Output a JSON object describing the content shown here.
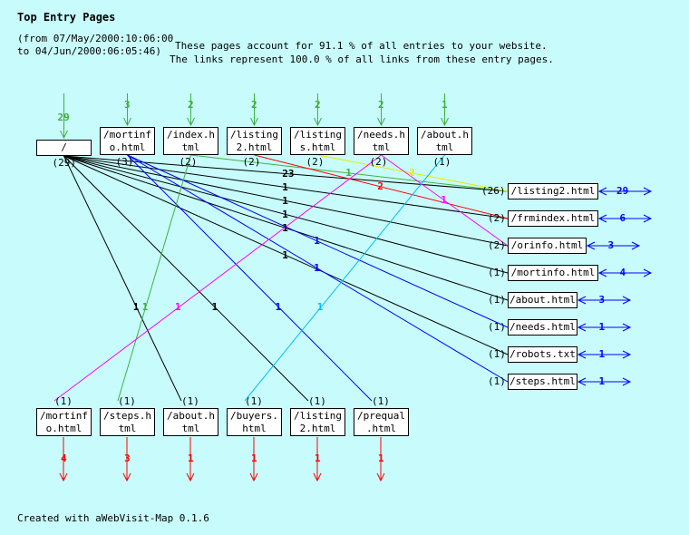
{
  "title": "Top Entry Pages",
  "range_line1": "(from 07/May/2000:10:06:00",
  "range_line2": "to 04/Jun/2000:06:05:46)",
  "summary_line1": "These pages account for 91.1 % of all entries to your website.",
  "summary_line2": "The links represent 100.0 % of all links from these entry pages.",
  "footer": "Created with aWebVisit-Map 0.1.6",
  "colors": {
    "entry": "#40b040",
    "exit": "#ff0000",
    "out": "#0000ff"
  },
  "entry_pages": [
    {
      "id": "root",
      "label": "/",
      "count": "(29)",
      "entries": "29"
    },
    {
      "id": "t_mortinfo",
      "label": "/mortinf\no.html",
      "count": "(3)",
      "entries": "3"
    },
    {
      "id": "t_index",
      "label": "/index.h\ntml",
      "count": "(2)",
      "entries": "2"
    },
    {
      "id": "t_listing2",
      "label": "/listing\n2.html",
      "count": "(2)",
      "entries": "2"
    },
    {
      "id": "t_listings",
      "label": "/listing\ns.html",
      "count": "(2)",
      "entries": "2"
    },
    {
      "id": "t_needs",
      "label": "/needs.h\ntml",
      "count": "(2)",
      "entries": "2"
    },
    {
      "id": "t_about",
      "label": "/about.h\ntml",
      "count": "(1)",
      "entries": "1"
    }
  ],
  "right_pages": [
    {
      "id": "r_listing2",
      "label": "/listing2.html",
      "count": "(26)",
      "links": "29"
    },
    {
      "id": "r_frmindex",
      "label": "/frmindex.html",
      "count": "(2)",
      "links": "6"
    },
    {
      "id": "r_orinfo",
      "label": "/orinfo.html",
      "count": "(2)",
      "links": "3"
    },
    {
      "id": "r_mortinfo",
      "label": "/mortinfo.html",
      "count": "(1)",
      "links": "4"
    },
    {
      "id": "r_about",
      "label": "/about.html",
      "count": "(1)",
      "links": "3"
    },
    {
      "id": "r_needs",
      "label": "/needs.html",
      "count": "(1)",
      "links": "1"
    },
    {
      "id": "r_robots",
      "label": "/robots.txt",
      "count": "(1)",
      "links": "1"
    },
    {
      "id": "r_steps",
      "label": "/steps.html",
      "count": "(1)",
      "links": "1"
    }
  ],
  "exit_pages": [
    {
      "id": "b_mortinfo",
      "label": "/mortinf\no.html",
      "count": "(1)",
      "exits": "4"
    },
    {
      "id": "b_steps",
      "label": "/steps.h\ntml",
      "count": "(1)",
      "exits": "3"
    },
    {
      "id": "b_about",
      "label": "/about.h\ntml",
      "count": "(1)",
      "exits": "1"
    },
    {
      "id": "b_buyers",
      "label": "/buyers.\nhtml",
      "count": "(1)",
      "exits": "1"
    },
    {
      "id": "b_listing2",
      "label": "/listing\n2.html",
      "count": "(1)",
      "exits": "1"
    },
    {
      "id": "b_prequal",
      "label": "/prequal\n.html",
      "count": "(1)",
      "exits": "1"
    }
  ],
  "links": [
    {
      "from": "root",
      "to": "r_listing2",
      "count": "23",
      "color": "#000000"
    },
    {
      "from": "root",
      "to": "r_frmindex",
      "count": "1",
      "color": "#000000"
    },
    {
      "from": "root",
      "to": "r_orinfo",
      "count": "1",
      "color": "#000000"
    },
    {
      "from": "root",
      "to": "r_mortinfo",
      "count": "1",
      "color": "#000000"
    },
    {
      "from": "root",
      "to": "r_about",
      "count": "1",
      "color": "#000000"
    },
    {
      "from": "root",
      "to": "r_robots",
      "count": "1",
      "color": "#000000"
    },
    {
      "from": "root",
      "to": "b_about",
      "count": "1",
      "color": "#000000"
    },
    {
      "from": "root",
      "to": "b_listing2",
      "count": "1",
      "color": "#000000"
    },
    {
      "from": "t_mortinfo",
      "to": "r_needs",
      "count": "1",
      "color": "#0000ff"
    },
    {
      "from": "t_mortinfo",
      "to": "r_steps",
      "count": "1",
      "color": "#0000ff"
    },
    {
      "from": "t_mortinfo",
      "to": "b_prequal",
      "count": "1",
      "color": "#0000ff"
    },
    {
      "from": "t_index",
      "to": "r_listing2",
      "count": "1",
      "color": "#40b040"
    },
    {
      "from": "t_index",
      "to": "b_steps",
      "count": "1",
      "color": "#40b040"
    },
    {
      "from": "t_listing2",
      "to": "r_frmindex",
      "count": "2",
      "color": "#ff0000"
    },
    {
      "from": "t_listings",
      "to": "r_listing2",
      "count": "2",
      "color": "#e8e800"
    },
    {
      "from": "t_needs",
      "to": "r_orinfo",
      "count": "1",
      "color": "#ff00ff"
    },
    {
      "from": "t_needs",
      "to": "b_mortinfo",
      "count": "1",
      "color": "#ff00ff"
    },
    {
      "from": "t_about",
      "to": "b_buyers",
      "count": "1",
      "color": "#00c0f0"
    }
  ]
}
